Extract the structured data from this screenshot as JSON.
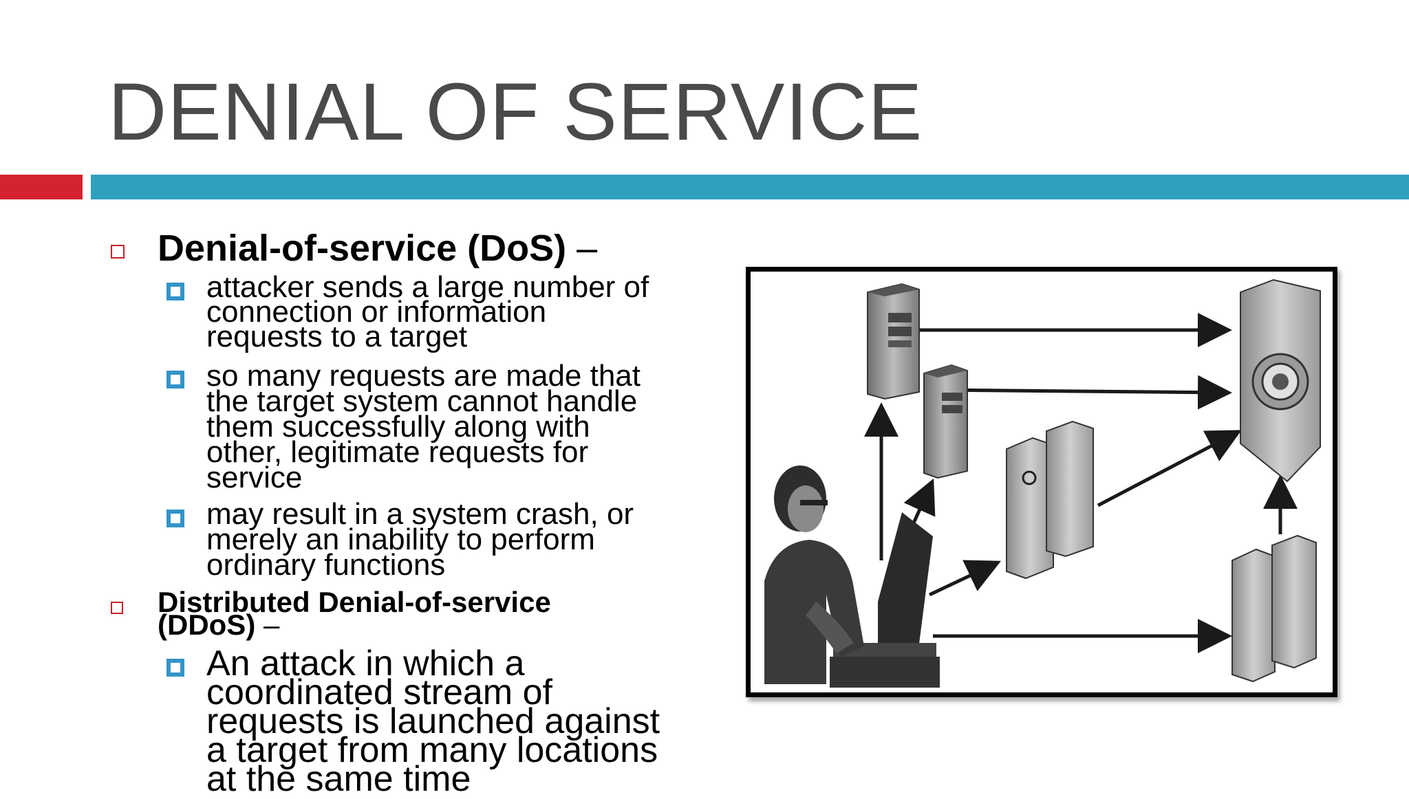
{
  "slide": {
    "title": "DENIAL OF SERVICE",
    "accent_red": "#d42230",
    "accent_teal": "#2fa0bd",
    "sections": [
      {
        "heading": "Denial-of-service (DoS)",
        "dash": "–",
        "items": [
          {
            "lines": [
              "attacker sends a large number of",
              "connection or information",
              "requests to a target"
            ]
          },
          {
            "lines": [
              "so many requests are made that",
              "the target system cannot handle",
              "them successfully along with",
              "other, legitimate requests for",
              "service"
            ]
          },
          {
            "lines": [
              "may result in a system crash, or",
              "merely an inability to perform",
              "ordinary functions"
            ]
          }
        ]
      },
      {
        "heading_lines": [
          "Distributed Denial-of-service",
          "(DDoS)"
        ],
        "dash": "–",
        "items": [
          {
            "lines": [
              "An attack in which a",
              "coordinated stream of",
              "requests is launched against",
              "a target from many locations",
              "at the same time"
            ]
          }
        ]
      }
    ],
    "figure": {
      "icons": [
        "attacker-person-icon",
        "computer-monitor-icon",
        "server-tower-icon",
        "server-rack-icon",
        "target-server-icon"
      ]
    }
  }
}
